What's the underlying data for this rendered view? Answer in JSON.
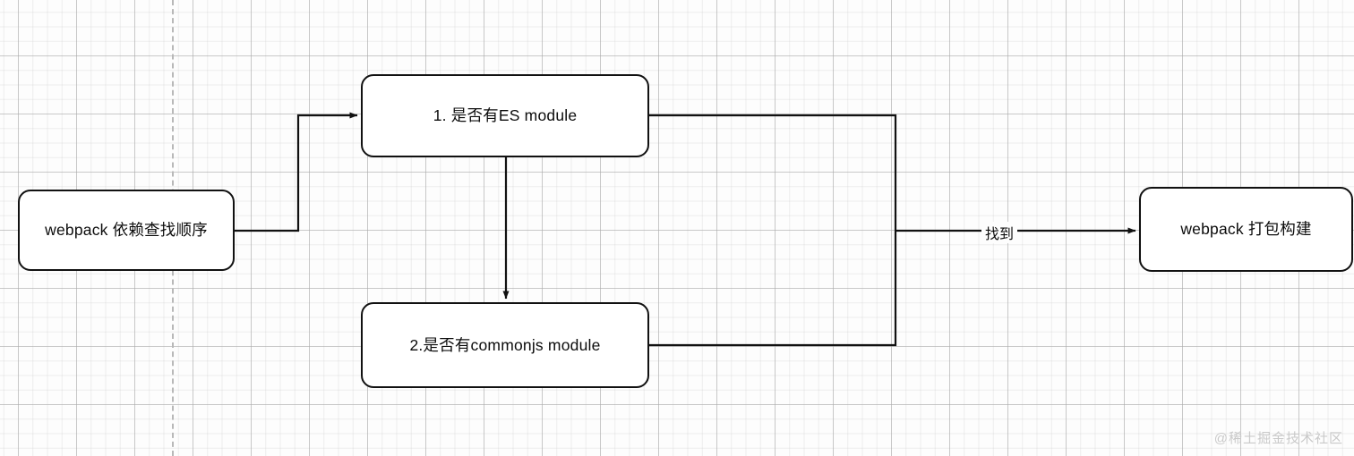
{
  "diagram": {
    "title": "webpack dependency resolution flow",
    "nodes": [
      {
        "id": "start",
        "label": "webpack 依赖查找顺序"
      },
      {
        "id": "es",
        "label": "1. 是否有ES module"
      },
      {
        "id": "cjs",
        "label": "2.是否有commonjs module"
      },
      {
        "id": "build",
        "label": "webpack 打包构建"
      }
    ],
    "edges": [
      {
        "from": "start",
        "to": "es",
        "label": "",
        "style": "elbow-arrow"
      },
      {
        "from": "es",
        "to": "cjs",
        "label": "",
        "style": "straight-arrow-down"
      },
      {
        "from": "es",
        "to": "build",
        "label": "找到",
        "style": "elbow-arrow"
      },
      {
        "from": "cjs",
        "to": "build",
        "label": "找到",
        "style": "elbow-arrow"
      }
    ],
    "edge_labels": [
      {
        "id": "found",
        "text": "找到"
      }
    ]
  },
  "canvas": {
    "watermark": "@稀土掘金技术社区",
    "background_color": "#fdfdfd",
    "grid_major_color": "#aaaaaa",
    "grid_minor_color": "#c8c8c8",
    "node_border_color": "#111111",
    "node_fill_color": "#ffffff",
    "edge_color": "#111111",
    "guide_line_color": "#b8b8b8"
  }
}
